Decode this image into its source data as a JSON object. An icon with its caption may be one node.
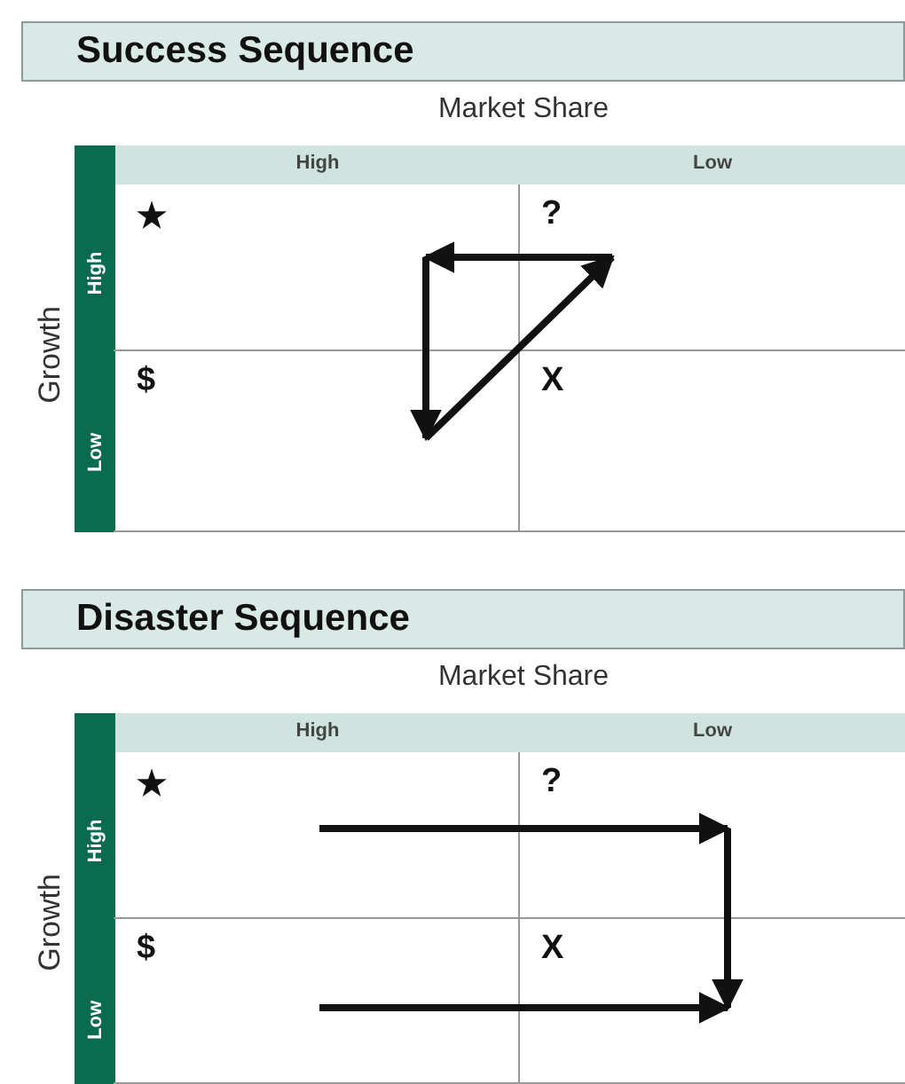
{
  "diagram": {
    "nodes": [
      {
        "text": [
          "★"
        ]
      },
      {
        "text": [
          "?"
        ]
      },
      {
        "text": [
          "$"
        ]
      },
      {
        "text": [
          "X"
        ]
      },
      {
        "text": [
          "★"
        ]
      },
      {
        "text": [
          "?"
        ]
      },
      {
        "text": [
          "$"
        ]
      },
      {
        "text": [
          "X"
        ]
      }
    ],
    "edges": [
      {
        "from": 1,
        "to": 0,
        "arrow": "to"
      },
      {
        "from": 0,
        "to": 2,
        "arrow": "to"
      },
      {
        "from": 2,
        "to": 1,
        "arrow": "to"
      },
      {
        "from": 4,
        "to": 5,
        "arrow": "to"
      },
      {
        "from": 5,
        "to": 7,
        "arrow": "to"
      },
      {
        "from": 6,
        "to": 7,
        "arrow": "to"
      }
    ],
    "labels": [
      "Success Sequence",
      "Market Share",
      "High",
      "Low",
      "Growth",
      "High",
      "Low",
      "Disaster Sequence",
      "Market Share",
      "High",
      "Low",
      "Growth",
      "High",
      "Low"
    ]
  }
}
